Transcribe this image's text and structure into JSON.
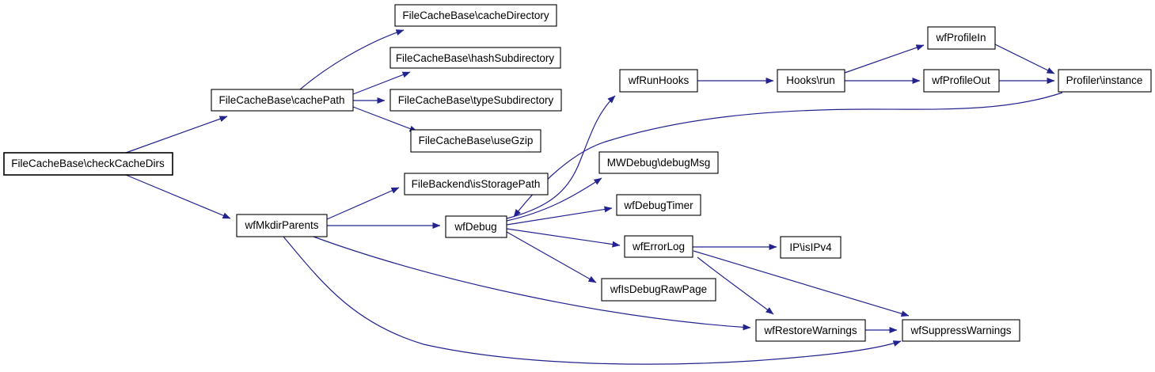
{
  "diagram": {
    "type": "call-graph",
    "root": "FileCacheBase\\checkCacheDirs",
    "nodes": [
      {
        "id": "checkCacheDirs",
        "label": "FileCacheBase\\checkCacheDirs",
        "highlighted": true
      },
      {
        "id": "cachePath",
        "label": "FileCacheBase\\cachePath",
        "highlighted": false
      },
      {
        "id": "cacheDirectory",
        "label": "FileCacheBase\\cacheDirectory",
        "highlighted": false
      },
      {
        "id": "hashSubdirectory",
        "label": "FileCacheBase\\hashSubdirectory",
        "highlighted": false
      },
      {
        "id": "typeSubdirectory",
        "label": "FileCacheBase\\typeSubdirectory",
        "highlighted": false
      },
      {
        "id": "useGzip",
        "label": "FileCacheBase\\useGzip",
        "highlighted": false
      },
      {
        "id": "wfMkdirParents",
        "label": "wfMkdirParents",
        "highlighted": false
      },
      {
        "id": "isStoragePath",
        "label": "FileBackend\\isStoragePath",
        "highlighted": false
      },
      {
        "id": "wfDebug",
        "label": "wfDebug",
        "highlighted": false
      },
      {
        "id": "wfRunHooks",
        "label": "wfRunHooks",
        "highlighted": false
      },
      {
        "id": "HooksRun",
        "label": "Hooks\\run",
        "highlighted": false
      },
      {
        "id": "wfProfileIn",
        "label": "wfProfileIn",
        "highlighted": false
      },
      {
        "id": "wfProfileOut",
        "label": "wfProfileOut",
        "highlighted": false
      },
      {
        "id": "ProfilerInstance",
        "label": "Profiler\\instance",
        "highlighted": false
      },
      {
        "id": "debugMsg",
        "label": "MWDebug\\debugMsg",
        "highlighted": false
      },
      {
        "id": "wfDebugTimer",
        "label": "wfDebugTimer",
        "highlighted": false
      },
      {
        "id": "wfErrorLog",
        "label": "wfErrorLog",
        "highlighted": false
      },
      {
        "id": "isIPv4",
        "label": "IP\\isIPv4",
        "highlighted": false
      },
      {
        "id": "wfIsDebugRawPage",
        "label": "wfIsDebugRawPage",
        "highlighted": false
      },
      {
        "id": "wfRestoreWarnings",
        "label": "wfRestoreWarnings",
        "highlighted": false
      },
      {
        "id": "wfSuppressWarnings",
        "label": "wfSuppressWarnings",
        "highlighted": false
      }
    ],
    "edges": [
      {
        "from": "checkCacheDirs",
        "to": "cachePath"
      },
      {
        "from": "checkCacheDirs",
        "to": "wfMkdirParents"
      },
      {
        "from": "cachePath",
        "to": "cacheDirectory"
      },
      {
        "from": "cachePath",
        "to": "hashSubdirectory"
      },
      {
        "from": "cachePath",
        "to": "typeSubdirectory"
      },
      {
        "from": "cachePath",
        "to": "useGzip"
      },
      {
        "from": "wfMkdirParents",
        "to": "isStoragePath"
      },
      {
        "from": "wfMkdirParents",
        "to": "wfDebug"
      },
      {
        "from": "wfMkdirParents",
        "to": "wfRestoreWarnings"
      },
      {
        "from": "wfMkdirParents",
        "to": "wfSuppressWarnings"
      },
      {
        "from": "wfDebug",
        "to": "wfRunHooks"
      },
      {
        "from": "wfDebug",
        "to": "debugMsg"
      },
      {
        "from": "wfDebug",
        "to": "wfDebugTimer"
      },
      {
        "from": "wfDebug",
        "to": "wfErrorLog"
      },
      {
        "from": "wfDebug",
        "to": "wfIsDebugRawPage"
      },
      {
        "from": "ProfilerInstance",
        "to": "wfDebug"
      },
      {
        "from": "wfRunHooks",
        "to": "HooksRun"
      },
      {
        "from": "HooksRun",
        "to": "wfProfileIn"
      },
      {
        "from": "HooksRun",
        "to": "wfProfileOut"
      },
      {
        "from": "wfProfileIn",
        "to": "ProfilerInstance"
      },
      {
        "from": "wfProfileOut",
        "to": "ProfilerInstance"
      },
      {
        "from": "wfErrorLog",
        "to": "isIPv4"
      },
      {
        "from": "wfErrorLog",
        "to": "wfRestoreWarnings"
      },
      {
        "from": "wfErrorLog",
        "to": "wfSuppressWarnings"
      },
      {
        "from": "wfRestoreWarnings",
        "to": "wfSuppressWarnings"
      }
    ]
  },
  "colors": {
    "edge": "#23238f",
    "node_fill": "#ffffff",
    "node_border": "#000000",
    "root_node_fill": "#bfbfbf",
    "background": "#ffffff"
  }
}
